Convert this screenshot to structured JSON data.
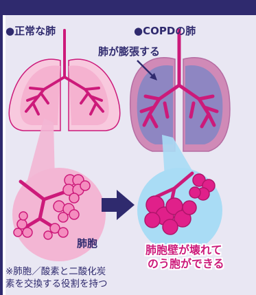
{
  "normal_lung_title": "●正常な肺",
  "copd_lung_title": "●COPDの肺",
  "expansion_label": "肺が膨張する",
  "alveoli_label": "肺胞",
  "damage_label": {
    "line1": "肺胞壁が壊れて",
    "line2": "のう胞ができる"
  },
  "footnote": {
    "line1": "※肺胞／酸素と二酸化炭",
    "line2": "素を交換する役割を持つ"
  },
  "colors": {
    "frame": "#2f2a6e",
    "panel_background": "#e9e7f3",
    "airway": "#cc1a7a",
    "normal_lung": "#f8c9de",
    "copd_lung": "#8e86c2",
    "alveoli_circle": "#f3b6d4",
    "damaged_circle": "#a9dcf5",
    "arrow": "#2f2a6e"
  },
  "icons": {
    "arrow": "right-arrow-icon",
    "pointer": "diagonal-pointer-arrow-icon"
  }
}
